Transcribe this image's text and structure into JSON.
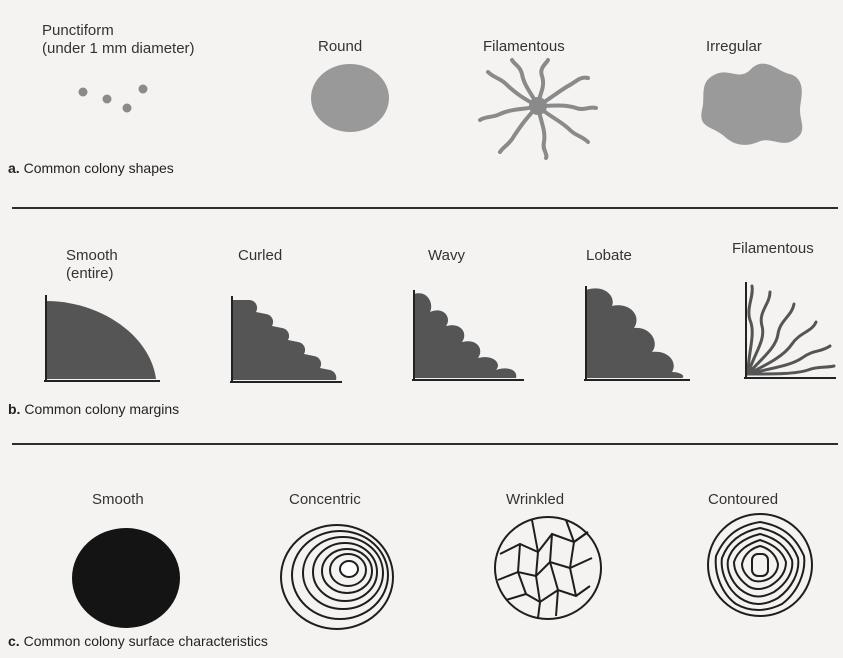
{
  "section_a": {
    "letter": "a.",
    "caption": "Common colony shapes",
    "items": [
      {
        "label": "Punctiform\n(under 1 mm diameter)",
        "icon": "punctiform-dots"
      },
      {
        "label": "Round",
        "icon": "round-disc"
      },
      {
        "label": "Filamentous",
        "icon": "filamentous-colony"
      },
      {
        "label": "Irregular",
        "icon": "irregular-blob"
      }
    ]
  },
  "section_b": {
    "letter": "b.",
    "caption": "Common colony margins",
    "items": [
      {
        "label": "Smooth\n(entire)",
        "icon": "smooth-margin"
      },
      {
        "label": "Curled",
        "icon": "curled-margin"
      },
      {
        "label": "Wavy",
        "icon": "wavy-margin"
      },
      {
        "label": "Lobate",
        "icon": "lobate-margin"
      },
      {
        "label": "Filamentous",
        "icon": "filamentous-margin"
      }
    ]
  },
  "section_c": {
    "letter": "c.",
    "caption": "Common colony surface characteristics",
    "items": [
      {
        "label": "Smooth",
        "icon": "smooth-surface"
      },
      {
        "label": "Concentric",
        "icon": "concentric-surface"
      },
      {
        "label": "Wrinkled",
        "icon": "wrinkled-surface"
      },
      {
        "label": "Contoured",
        "icon": "contoured-surface"
      }
    ]
  },
  "colors": {
    "colony_gray": "#8c8c8c",
    "colony_dark": "#4a4a4a",
    "ink": "#1e1e1e"
  }
}
